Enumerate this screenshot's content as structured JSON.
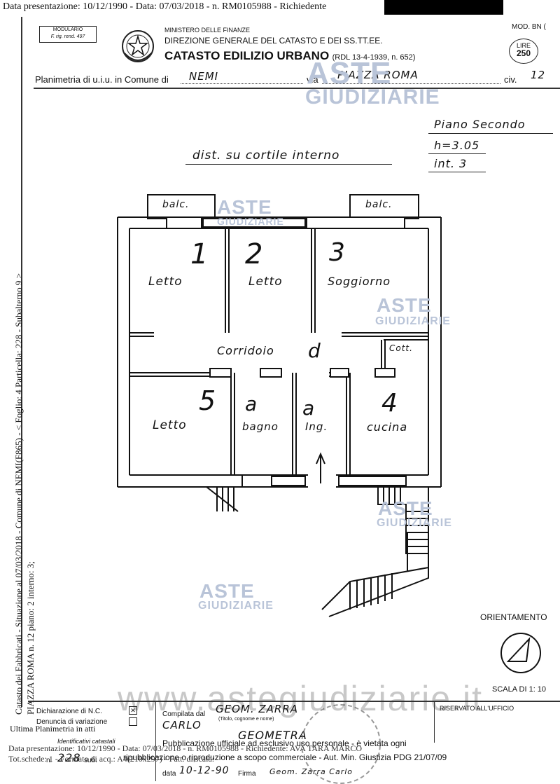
{
  "top_strip": {
    "text": "Data presentazione: 10/12/1990 - Data: 07/03/2018 - n. RM0105988 - Richiedente"
  },
  "header": {
    "modulario_line1": "MODULARIO",
    "modulario_line2": "F. rig. rend. 497",
    "ministry": "MINISTERO DELLE FINANZE",
    "direction": "DIREZIONE GENERALE DEL CATASTO E DEI SS.TT.EE.",
    "catasto": "CATASTO EDILIZIO URBANO",
    "rdl": "(RDL 13-4-1939, n. 652)",
    "mod": "MOD. BN (",
    "lire_label": "LIRE",
    "lire_value": "250",
    "planimetria_label": "Planimetria di u.i.u. in Comune di",
    "comune": "NEMI",
    "via_label": "via",
    "via": "PIAZZA ROMA",
    "civ_label": "civ.",
    "civ": "12"
  },
  "notes": {
    "piano": "Piano Secondo",
    "h": "h=3.05",
    "int": "int. 3",
    "dist": "dist. su cortile interno"
  },
  "rooms": [
    {
      "num": "1",
      "name": "Letto"
    },
    {
      "num": "2",
      "name": "Letto"
    },
    {
      "num": "3",
      "name": "Soggiorno"
    },
    {
      "num": "4",
      "name": "cucina"
    },
    {
      "num": "5",
      "name": "Letto"
    },
    {
      "num": "",
      "name": "bagno"
    },
    {
      "num": "",
      "name": "Ing."
    },
    {
      "num": "",
      "name": "Corridoio"
    },
    {
      "num": "",
      "name": "Cott."
    }
  ],
  "balconies": [
    "balc.",
    "balc."
  ],
  "markings": {
    "corr_mark": "d",
    "bagno_mark": "a",
    "ing_mark": "a"
  },
  "side_text": "Catasto dei Fabbricati - Situazione al 07/03/2018 - Comune di NEMI(F865) - < Foglio: 4 Particella: 228 - Subalterno 9 >",
  "side_text2": "PIAZZA ROMA n. 12 piano: 2 interno: 3;",
  "orientamento": "ORIENTAMENTO",
  "scala": "SCALA DI 1: 10",
  "watermark": {
    "aste": "ASTE",
    "giudiziarie": "GIUDIZIARIE",
    "site": "www.astegiudiziarie.it"
  },
  "footer": {
    "dichiarazione": "Dichiarazione di N.C.",
    "denuncia": "Denuncia di variazione",
    "compilata": "Compilata dal",
    "geom": "GEOM. ZARRA",
    "titolo": "(Titolo, cognome e nome)",
    "carlo": "CARLO",
    "geometra": "GEOMETRA",
    "riservato": "RISERVATO ALL'UFFICIO",
    "ultima": "Ultima Planimetria in atti",
    "identificativi": "Identificativi catastali",
    "sub_label": "sub.",
    "n_label": "n.",
    "n_value": "228",
    "data_label": "data",
    "data_value": "10-12-90",
    "firma_label": "Firma",
    "firma": "Geom. Zarra Carlo",
    "pubblicazione1": "Pubblicazione ufficiale ad esclusivo uso personale - è vietata ogni",
    "pubblicazione2": "ripubblicazione o riproduzione a scopo commerciale - Aut. Min. Giustizia PDG 21/07/09",
    "bottom1": "Data presentazione: 10/12/1990 - Data: 07/03/2018 - n. RM0105988 - Richiedente: AVA TARA MARCO",
    "bottom2": "Tot.schede: 1 - Formato di acq.: A4(210x297) - Fatt. di scala:"
  }
}
